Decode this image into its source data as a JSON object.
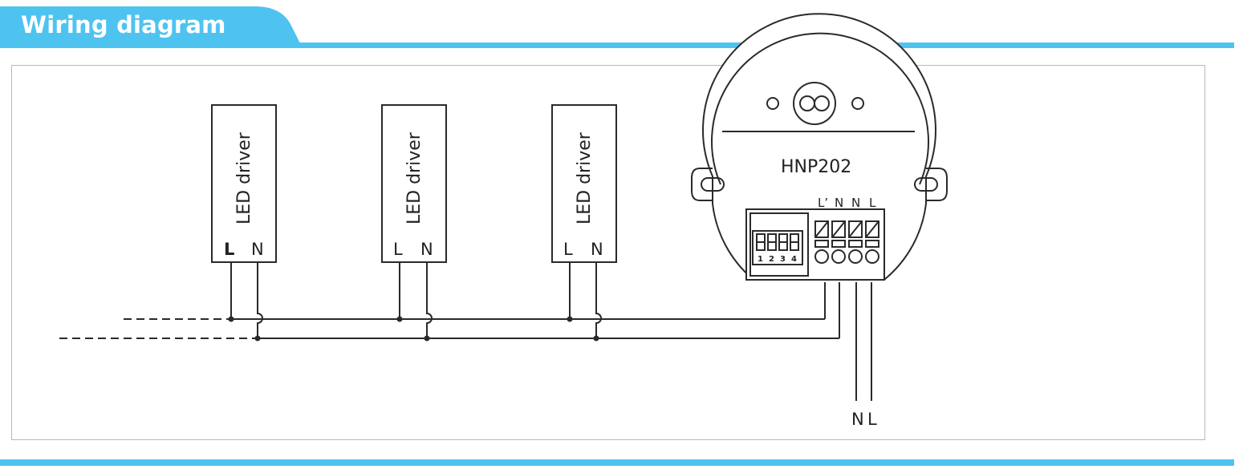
{
  "header": {
    "title": "Wiring diagram"
  },
  "colors": {
    "accent": "#4fc3f0",
    "line": "#2a2a2a"
  },
  "drivers": [
    {
      "label": "LED driver",
      "terminal_l": "L",
      "terminal_n": "N"
    },
    {
      "label": "LED driver",
      "terminal_l": "L",
      "terminal_n": "N"
    },
    {
      "label": "LED driver",
      "terminal_l": "L",
      "terminal_n": "N"
    }
  ],
  "sensor": {
    "model": "HNP202",
    "terminals": [
      "L’",
      "N",
      "N",
      "L"
    ],
    "dip_numbers": [
      "1",
      "2",
      "3",
      "4"
    ]
  },
  "supply": {
    "n_label": "N",
    "l_label": "L"
  }
}
